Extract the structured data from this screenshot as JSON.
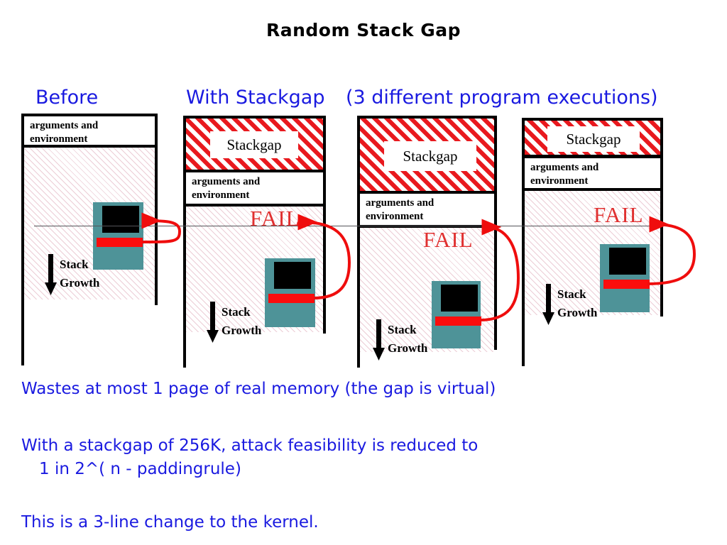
{
  "slide": {
    "title": "Random Stack Gap",
    "accent_blue": "#1a1ae0",
    "accent_red": "#e8191e",
    "frame_teal": "#4e9398"
  },
  "headers": {
    "before": "Before",
    "with_stackgap": "With Stackgap",
    "executions": "(3 different program executions)"
  },
  "labels": {
    "arguments_and_environment": "arguments and\nenvironment",
    "stackgap": "Stackgap",
    "stack_growth": "Stack\nGrowth",
    "fail": "FAIL"
  },
  "columns": [
    {
      "name": "before",
      "has_stackgap": false,
      "has_fail": false,
      "args_label": "arguments and\nenvironment",
      "growth_label": "Stack\nGrowth"
    },
    {
      "name": "execution-1",
      "has_stackgap": true,
      "stackgap_label": "Stackgap",
      "has_fail": true,
      "fail_label": "FAIL",
      "args_label": "arguments and\nenvironment",
      "growth_label": "Stack\nGrowth"
    },
    {
      "name": "execution-2",
      "has_stackgap": true,
      "stackgap_label": "Stackgap",
      "has_fail": true,
      "fail_label": "FAIL",
      "args_label": "arguments and\nenvironment",
      "growth_label": "Stack\nGrowth"
    },
    {
      "name": "execution-3",
      "has_stackgap": true,
      "stackgap_label": "Stackgap",
      "has_fail": true,
      "fail_label": "FAIL",
      "args_label": "arguments and\nenvironment",
      "growth_label": "Stack\nGrowth"
    }
  ],
  "bullets": {
    "line1": "Wastes at most 1 page of real memory (the gap is virtual)",
    "line2a": "With a stackgap of 256K, attack feasibility is reduced to",
    "line2b": "1 in 2^( n - paddingrule)",
    "line3": "This is a 3-line change to the kernel."
  }
}
